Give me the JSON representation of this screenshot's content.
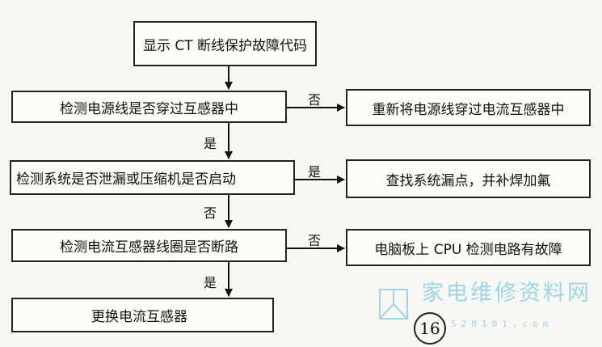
{
  "flowchart": {
    "start": "显示 CT 断线保护故障代码",
    "check_power_line": "检测电源线是否穿过互感器中",
    "fix_power_line": "重新将电源线穿过电流互感器中",
    "check_system_leak": "检测系统是否泄漏或压缩机是否启动",
    "fix_leak": "查找系统漏点，并补焊加氟",
    "check_coil": "检测电流互感器线圈是否断路",
    "board_fault": "电脑板上 CPU 检测电路有故障",
    "replace_transformer": "更换电流互感器",
    "edges": {
      "no_1": "否",
      "yes_1": "是",
      "yes_2": "是",
      "no_2": "否",
      "no_3": "否",
      "yes_3": "是"
    }
  },
  "figure_number": "16",
  "watermark": {
    "text": "家电维修资料网",
    "url": "520101.com",
    "color": "#9fd4e8"
  }
}
